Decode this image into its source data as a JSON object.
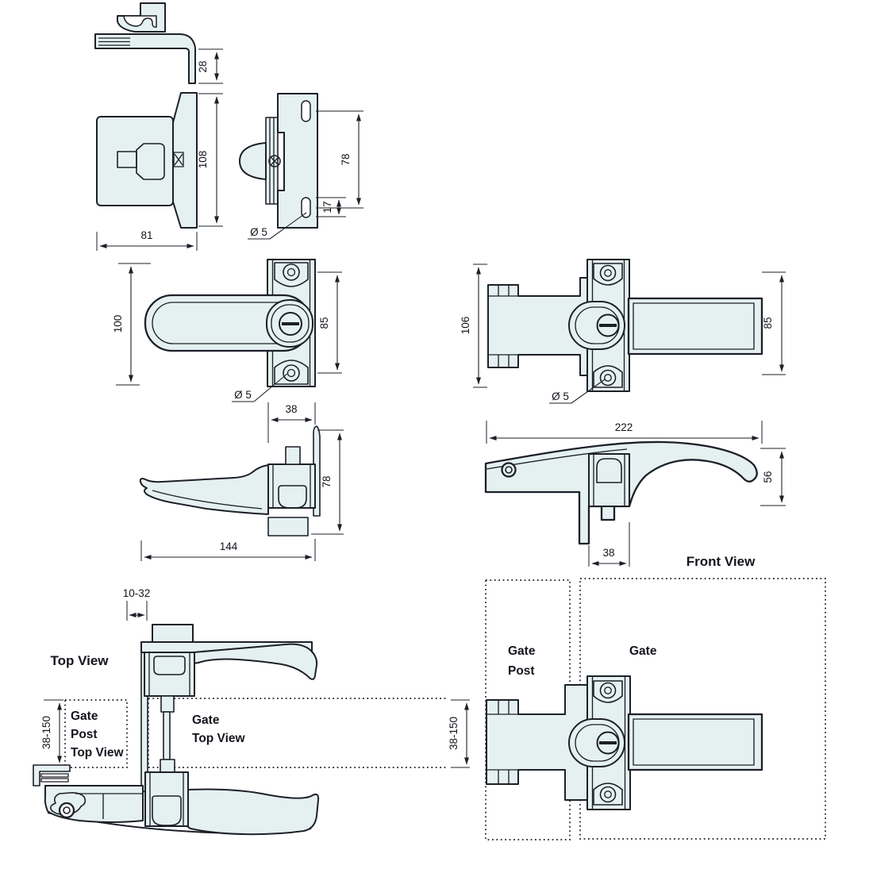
{
  "views": {
    "keeper_side": {
      "keeper_depth": "28",
      "body_height": "108",
      "body_width": "81"
    },
    "backplate": {
      "hole_spacing": "78",
      "slot_length": "17",
      "hole_dia": "Ø 5"
    },
    "latch_front_left": {
      "height": "100",
      "plate_hole_spacing": "85",
      "hole_dia": "Ø 5"
    },
    "latch_rear_right": {
      "height": "106",
      "plate_hole_spacing": "85",
      "hole_dia": "Ø 5",
      "overall_length": "222"
    },
    "handle_profile_left": {
      "block_width": "38",
      "height": "78",
      "length": "144"
    },
    "handle_profile_right": {
      "height": "56",
      "block_width": "38"
    },
    "install_top": {
      "label": "Top View",
      "fit_range": "10-32",
      "post_range": "38-150",
      "gate_post_box": {
        "line1": "Gate",
        "line2": "Post",
        "line3": "Top View"
      },
      "gate_box": {
        "line1": "Gate",
        "line2": "Top View"
      }
    },
    "install_front": {
      "label": "Front View",
      "gate_range": "38-150",
      "post_box": {
        "line1": "Gate",
        "line2": "Post"
      },
      "gate_box": {
        "line1": "Gate"
      }
    }
  }
}
